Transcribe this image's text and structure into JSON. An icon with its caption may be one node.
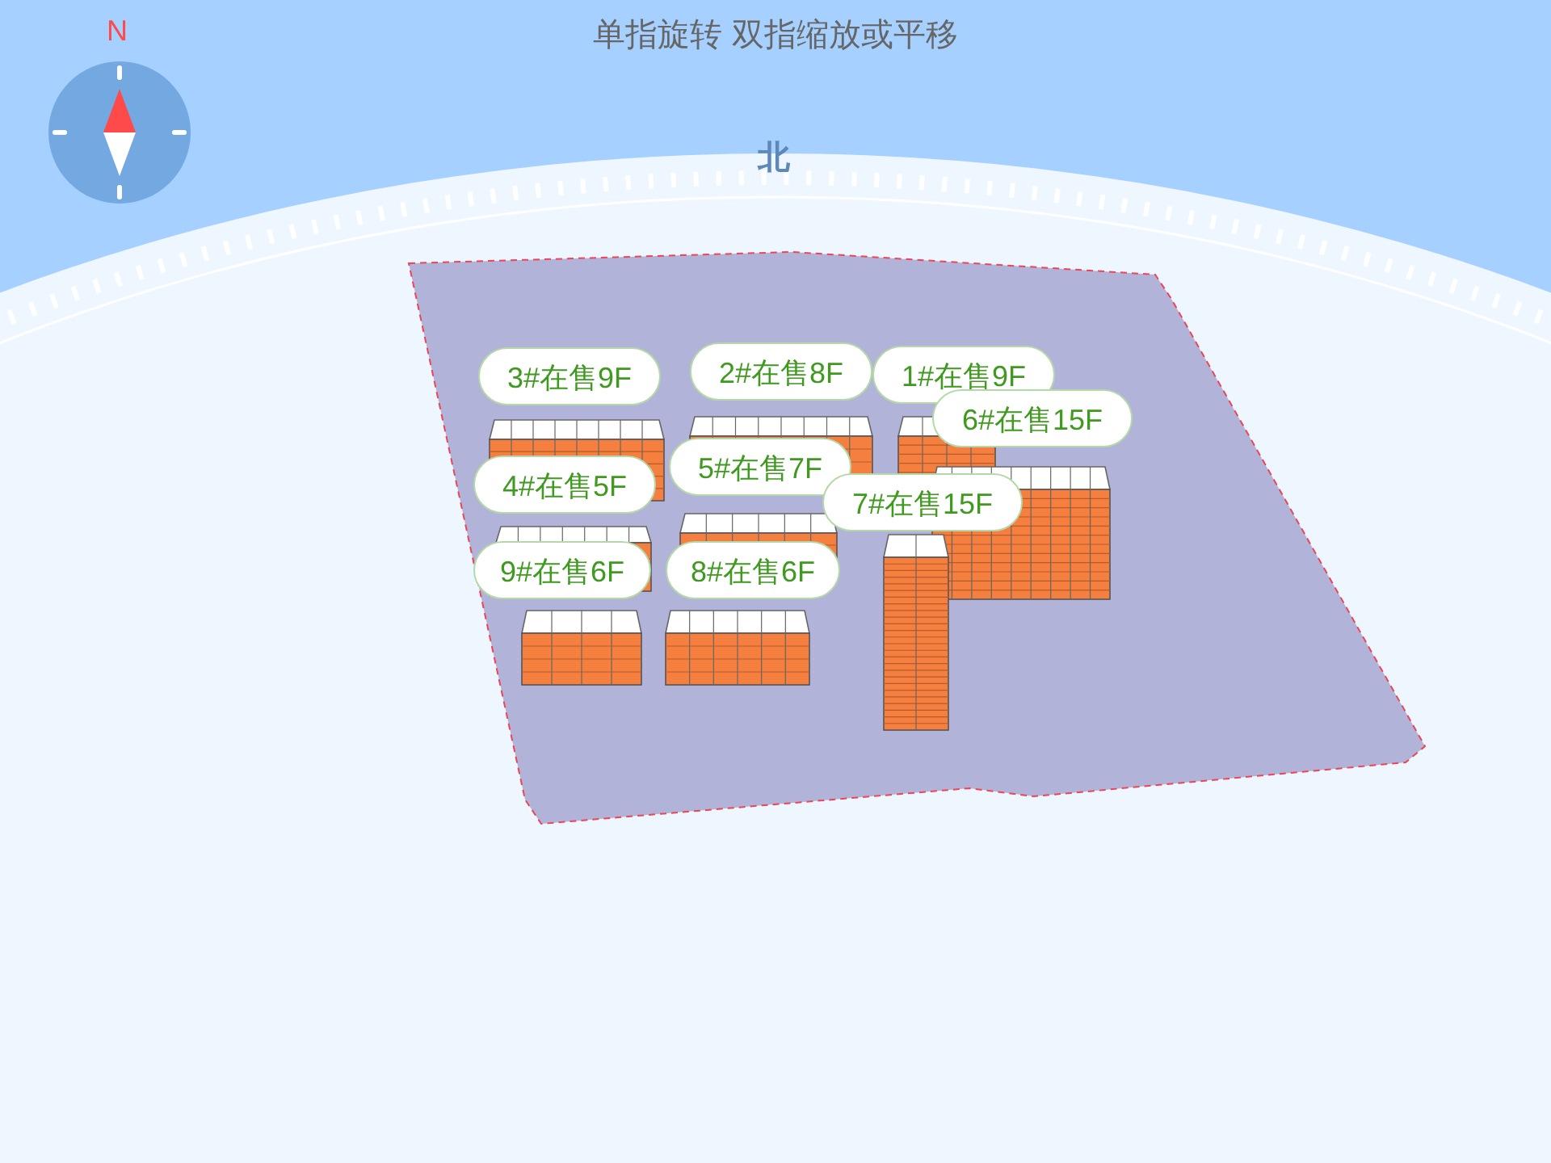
{
  "diagram": {
    "title": "单指旋转 双指缩放或平移",
    "nodes": [
      {
        "text": [
          "3#在售9F"
        ]
      },
      {
        "text": [
          "2#在售8F"
        ]
      },
      {
        "text": [
          "1#在售9F"
        ]
      },
      {
        "text": [
          "6#在售15F"
        ]
      },
      {
        "text": [
          "4#在售5F"
        ]
      },
      {
        "text": [
          "5#在售7F"
        ]
      },
      {
        "text": [
          "7#在售15F"
        ]
      },
      {
        "text": [
          "9#在售6F"
        ]
      },
      {
        "text": [
          "8#在售6F"
        ]
      }
    ],
    "labels": [
      "N",
      "北"
    ]
  }
}
